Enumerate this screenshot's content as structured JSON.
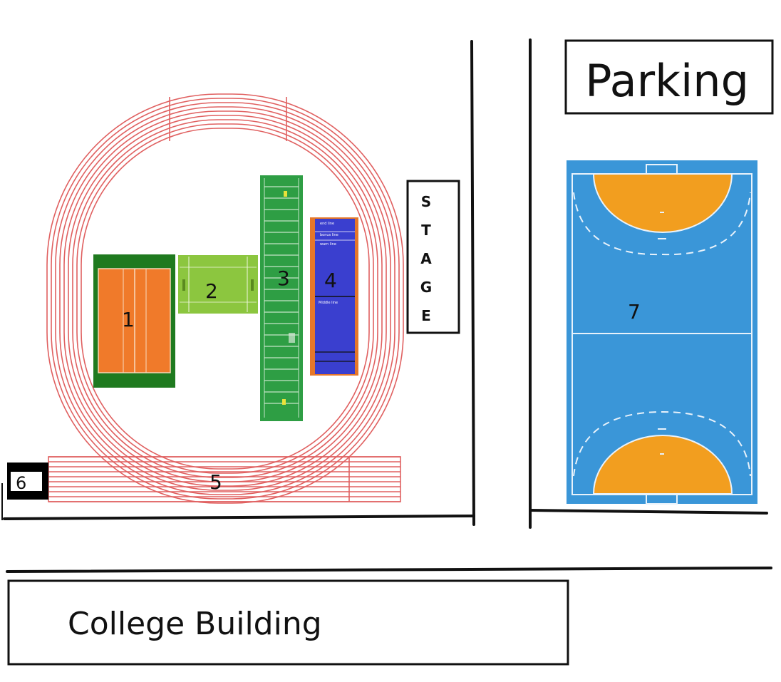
{
  "labels": {
    "parking": "Parking",
    "college_building": "College Building",
    "stage": "STAGE"
  },
  "zones": [
    {
      "id": "1"
    },
    {
      "id": "2"
    },
    {
      "id": "3"
    },
    {
      "id": "4"
    },
    {
      "id": "5"
    },
    {
      "id": "6"
    },
    {
      "id": "7"
    }
  ],
  "court_4_markings": {
    "end_line": "end line",
    "bonus_line": "bonus line",
    "warn_line": "warn line",
    "middle_line": "Middle line"
  },
  "colors": {
    "track": "#e06060",
    "volleyball_court": "#f07a2a",
    "volleyball_border": "#1f7a1f",
    "cricket_pitch": "#8cc63f",
    "football_field": "#2e9e44",
    "kabaddi_court": "#3a3fcf",
    "kabaddi_border": "#e5772a",
    "handball_court": "#3a96d8",
    "handball_area": "#f29e1f",
    "lines": "#111111"
  }
}
